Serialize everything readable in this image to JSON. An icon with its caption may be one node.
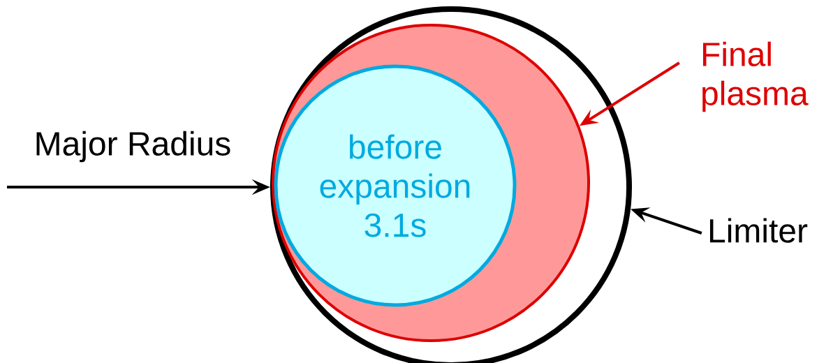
{
  "diagram": {
    "nodes": [
      {
        "text": [],
        "shape": "circle"
      },
      {
        "text": [],
        "shape": "circle",
        "in": 0
      },
      {
        "text": [
          "before expansion 3.1s"
        ],
        "in": 1
      },
      {
        "text": [
          "Final plasma"
        ]
      },
      {
        "text": [
          "Limiter"
        ]
      }
    ],
    "edges": [
      {
        "from": null,
        "to": 0,
        "arrow": "to",
        "label": "Major Radius"
      },
      {
        "from": 3,
        "to": 1,
        "arrow": "to",
        "color": "#dd0000"
      },
      {
        "from": 4,
        "to": 0,
        "arrow": "to"
      }
    ]
  }
}
